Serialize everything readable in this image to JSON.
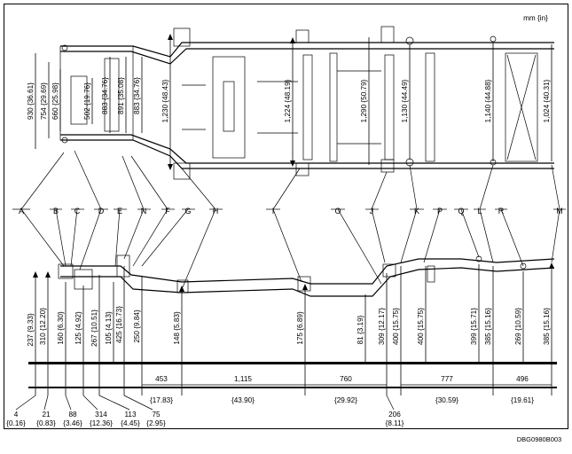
{
  "unit_label": "mm {in}",
  "figure_id": "DBG0980B003",
  "top_view_heights": [
    {
      "label": "930 {36.61}"
    },
    {
      "label": "754 {29.69}"
    },
    {
      "label": "660 {25.98}"
    },
    {
      "label": "502 {19.76}"
    },
    {
      "label": "883 {34.76}"
    },
    {
      "label": "891 {35.08}"
    },
    {
      "label": "883 {34.76}"
    },
    {
      "label": "1,230 {48.43}"
    },
    {
      "label": "1,224 {48.19}"
    },
    {
      "label": "1,290 {50.79}"
    },
    {
      "label": "1,130 {44.49}"
    },
    {
      "label": "1,140 {44.88}"
    },
    {
      "label": "1,024 {40.31}"
    }
  ],
  "letters": [
    "A",
    "B",
    "C",
    "D",
    "E",
    "N",
    "F",
    "G",
    "H",
    "I",
    "O",
    "J",
    "K",
    "P",
    "Q",
    "L",
    "R",
    "M"
  ],
  "side_view_heights": [
    {
      "label": "237 {9.33}"
    },
    {
      "label": "310 {12.20}"
    },
    {
      "label": "160 {6.30}"
    },
    {
      "label": "125 {4.92}"
    },
    {
      "label": "267 {10.51}"
    },
    {
      "label": "105 {4.13}"
    },
    {
      "label": "425 {16.73}"
    },
    {
      "label": "250 {9.84}"
    },
    {
      "label": "148 {5.83}"
    },
    {
      "label": "175 {6.89}"
    },
    {
      "label": "81 {3.19}"
    },
    {
      "label": "309 {12.17}"
    },
    {
      "label": "400 {15.75}"
    },
    {
      "label": "400 {15.75}"
    },
    {
      "label": "399 {15.71}"
    },
    {
      "label": "385 {15.16}"
    },
    {
      "label": "269 {10.59}"
    },
    {
      "label": "385 {15.16}"
    }
  ],
  "spacings_bottom": [
    {
      "mm": "4",
      "in": "{0.16}"
    },
    {
      "mm": "21",
      "in": "{0.83}"
    },
    {
      "mm": "88",
      "in": "{3.46}"
    },
    {
      "mm": "314",
      "in": "{12.36}"
    },
    {
      "mm": "113",
      "in": "{4.45}"
    },
    {
      "mm": "75",
      "in": "{2.95}"
    },
    {
      "mm": "206",
      "in": "{8.11}"
    }
  ],
  "spacings_band": [
    {
      "mm": "453",
      "in": "{17.83}"
    },
    {
      "mm": "1,115",
      "in": "{43.90}"
    },
    {
      "mm": "760",
      "in": "{29.92}"
    },
    {
      "mm": "777",
      "in": "{30.59}"
    },
    {
      "mm": "496",
      "in": "{19.61}"
    }
  ]
}
